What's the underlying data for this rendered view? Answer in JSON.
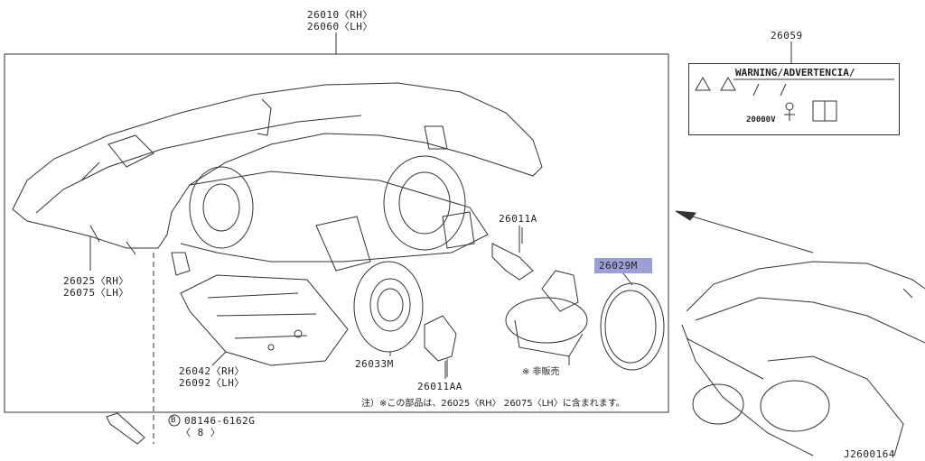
{
  "diagram": {
    "labels": {
      "assembly_rh": "26010〈RH〉",
      "assembly_lh": "26060〈LH〉",
      "label_part": "26059",
      "housing_rh": "26025〈RH〉",
      "housing_lh": "26075〈LH〉",
      "bracket_rh": "26042〈RH〉",
      "bracket_lh": "26092〈LH〉",
      "bulb_a": "26011A",
      "bulb_aa": "26011AA",
      "cap": "26033M",
      "cover": "26029M",
      "not_sold": "※ 非販売",
      "bolt_part": "08146-6162G",
      "bolt_qty": "〈 8 〉",
      "bolt_symbol": "B",
      "note": "注）※この部品は、26025〈RH〉 26075〈LH〉に含まれます。",
      "diagram_id": "J2600164"
    },
    "warning_label": {
      "text": "WARNING/ADVERTENCIA/",
      "voltage": "20000V"
    },
    "highlight_color": "#9b9fd6"
  }
}
